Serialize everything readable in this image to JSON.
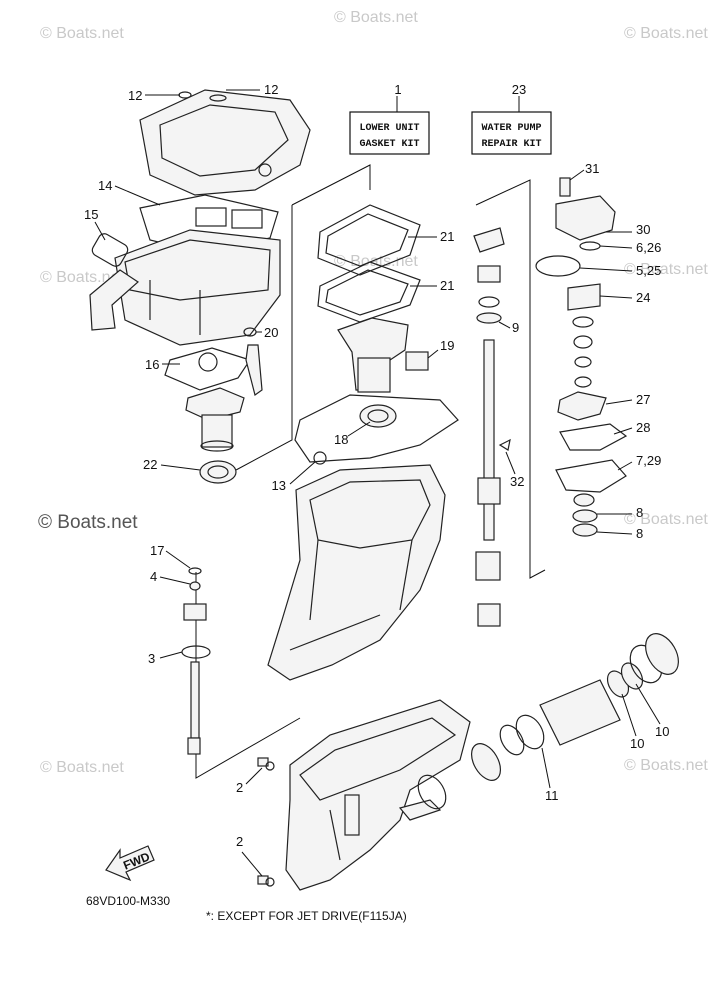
{
  "watermarks": {
    "text": "© Boats.net",
    "prominent": "© Boats.net"
  },
  "kits": {
    "lower_unit_line1": "LOWER UNIT",
    "lower_unit_line2": "GASKET KIT",
    "water_pump_line1": "WATER PUMP",
    "water_pump_line2": "REPAIR KIT"
  },
  "callouts": {
    "c1": "1",
    "c2a": "2",
    "c2b": "2",
    "c3": "3",
    "c4": "4",
    "c5_25": "5,25",
    "c6_26": "6,26",
    "c7_29": "7,29",
    "c8a": "8",
    "c8b": "8",
    "c9": "9",
    "c10a": "10",
    "c10b": "10",
    "c11": "11",
    "c12a": "12",
    "c12b": "12",
    "c13": "13",
    "c14": "14",
    "c15": "15",
    "c16": "16",
    "c17": "17",
    "c18": "18",
    "c19": "19",
    "c20": "20",
    "c21a": "21",
    "c21b": "21",
    "c22": "22",
    "c23": "23",
    "c24": "24",
    "c27": "27",
    "c28": "28",
    "c30": "30",
    "c31": "31",
    "c32": "32"
  },
  "fwd_label": "FWD",
  "diagram_code": "68VD100-M330",
  "footnote": "*: EXCEPT FOR JET DRIVE(F115JA)"
}
